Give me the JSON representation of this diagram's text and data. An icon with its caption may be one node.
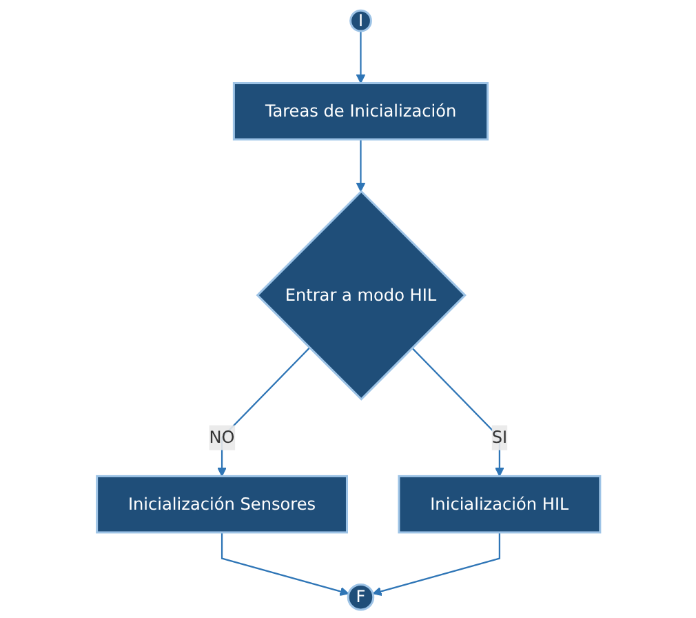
{
  "diagram": {
    "nodes": [
      {
        "text": [
          "I"
        ]
      },
      {
        "text": [
          "Tareas de Inicialización"
        ]
      },
      {
        "text": [
          "Entrar a modo HIL"
        ]
      },
      {
        "text": [
          "Inicialización Sensores"
        ]
      },
      {
        "text": [
          "Inicialización HIL"
        ]
      },
      {
        "text": [
          "F"
        ]
      }
    ],
    "edges": [
      {
        "from": 0,
        "to": 1,
        "arrow": "to"
      },
      {
        "from": 1,
        "to": 2,
        "arrow": "to"
      },
      {
        "from": 2,
        "to": 3,
        "label": "NO",
        "arrow": "to"
      },
      {
        "from": 2,
        "to": 4,
        "label": "SI",
        "arrow": "to"
      },
      {
        "from": 3,
        "to": 5,
        "arrow": "to"
      },
      {
        "from": 4,
        "to": 5,
        "arrow": "to"
      }
    ]
  }
}
